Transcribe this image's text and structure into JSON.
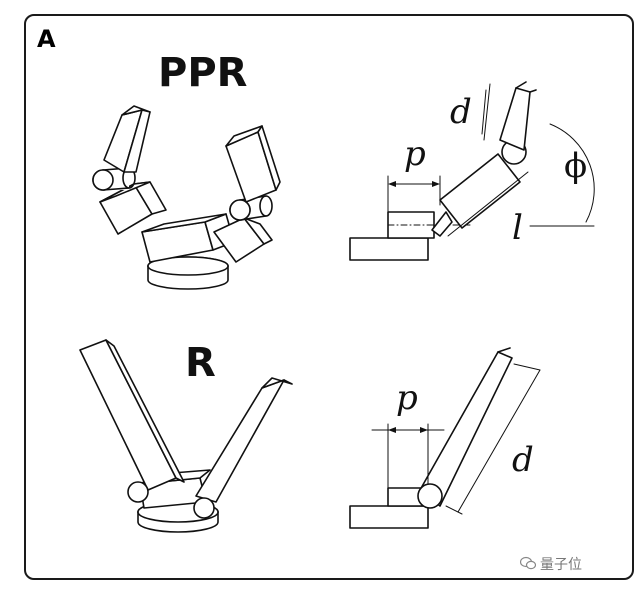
{
  "panel": {
    "letter": "A"
  },
  "gripper_ppr": {
    "title": "PPR",
    "label_d": "d",
    "label_p": "p",
    "label_l": "l",
    "label_phi": "ϕ"
  },
  "gripper_r": {
    "title": "R",
    "label_p": "p",
    "label_d": "d"
  },
  "watermark": {
    "text": "量子位",
    "icon": "wechat-logo-icon"
  }
}
